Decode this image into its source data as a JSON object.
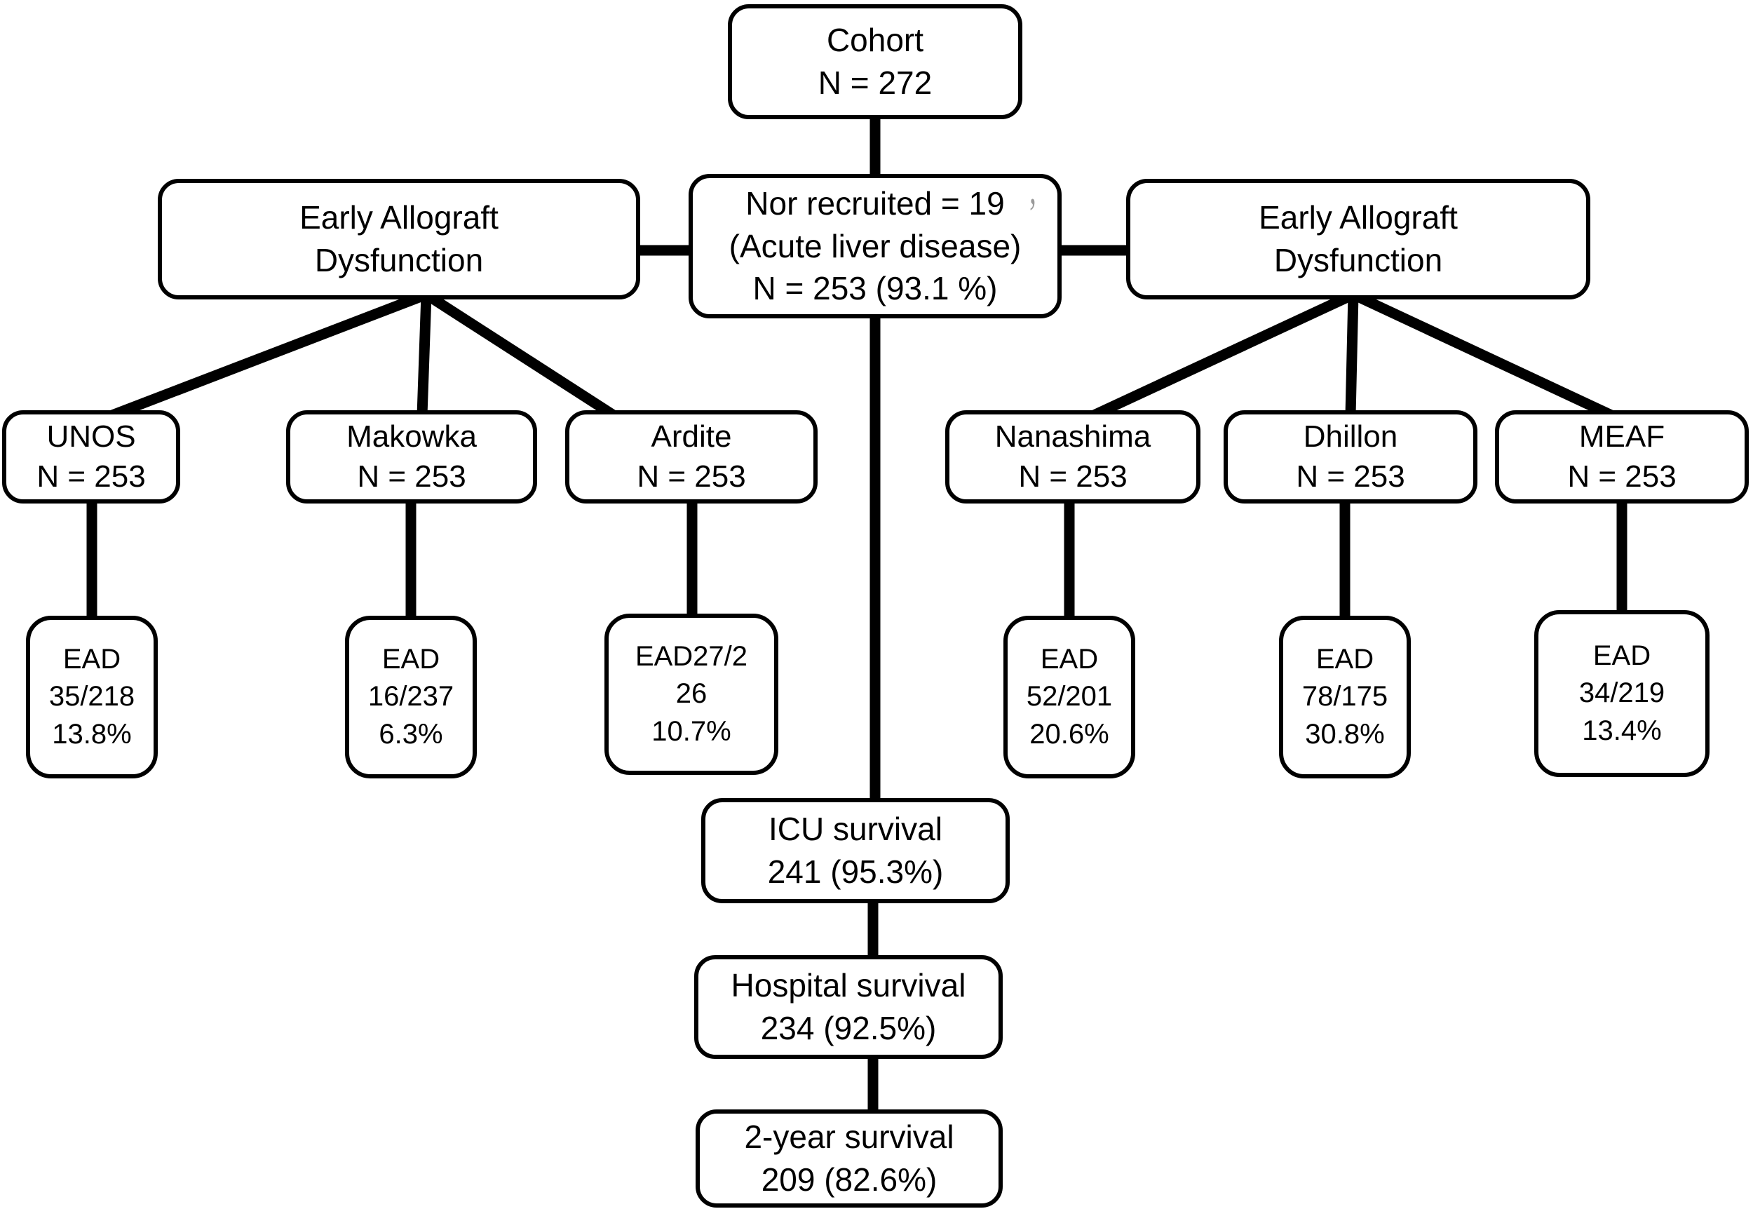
{
  "colors": {
    "background": "#ffffff",
    "line": "#000000",
    "box_border": "#000000",
    "text": "#000000"
  },
  "diagram": {
    "cohort": {
      "line1": "Cohort",
      "line2": "N = 272"
    },
    "exclusion": {
      "line1": "Nor recruited = 19",
      "line2": "(Acute liver disease)",
      "line3": "N = 253 (93.1 %)",
      "stray_mark": "’"
    },
    "left_branch": {
      "parent": {
        "line1": "Early Allograft",
        "line2": "Dysfunction"
      },
      "criteria": [
        {
          "name": "UNOS",
          "n": "N = 253",
          "ead": [
            "EAD",
            "35/218",
            "13.8%"
          ]
        },
        {
          "name": "Makowka",
          "n": "N = 253",
          "ead": [
            "EAD",
            "16/237",
            "6.3%"
          ]
        },
        {
          "name": "Ardite",
          "n": "N = 253",
          "ead": [
            "EAD27/2",
            "26",
            "10.7%"
          ]
        }
      ]
    },
    "right_branch": {
      "parent": {
        "line1": "Early Allograft",
        "line2": "Dysfunction"
      },
      "criteria": [
        {
          "name": "Nanashima",
          "n": "N = 253",
          "ead": [
            "EAD",
            "52/201",
            "20.6%"
          ]
        },
        {
          "name": "Dhillon",
          "n": "N = 253",
          "ead": [
            "EAD",
            "78/175",
            "30.8%"
          ]
        },
        {
          "name": "MEAF",
          "n": "N = 253",
          "ead": [
            "EAD",
            "34/219",
            "13.4%"
          ]
        }
      ]
    },
    "outcomes": [
      {
        "label": "ICU survival",
        "value": "241 (95.3%)"
      },
      {
        "label": "Hospital survival",
        "value": "234 (92.5%)"
      },
      {
        "label": "2-year survival",
        "value": "209 (82.6%)"
      }
    ]
  }
}
